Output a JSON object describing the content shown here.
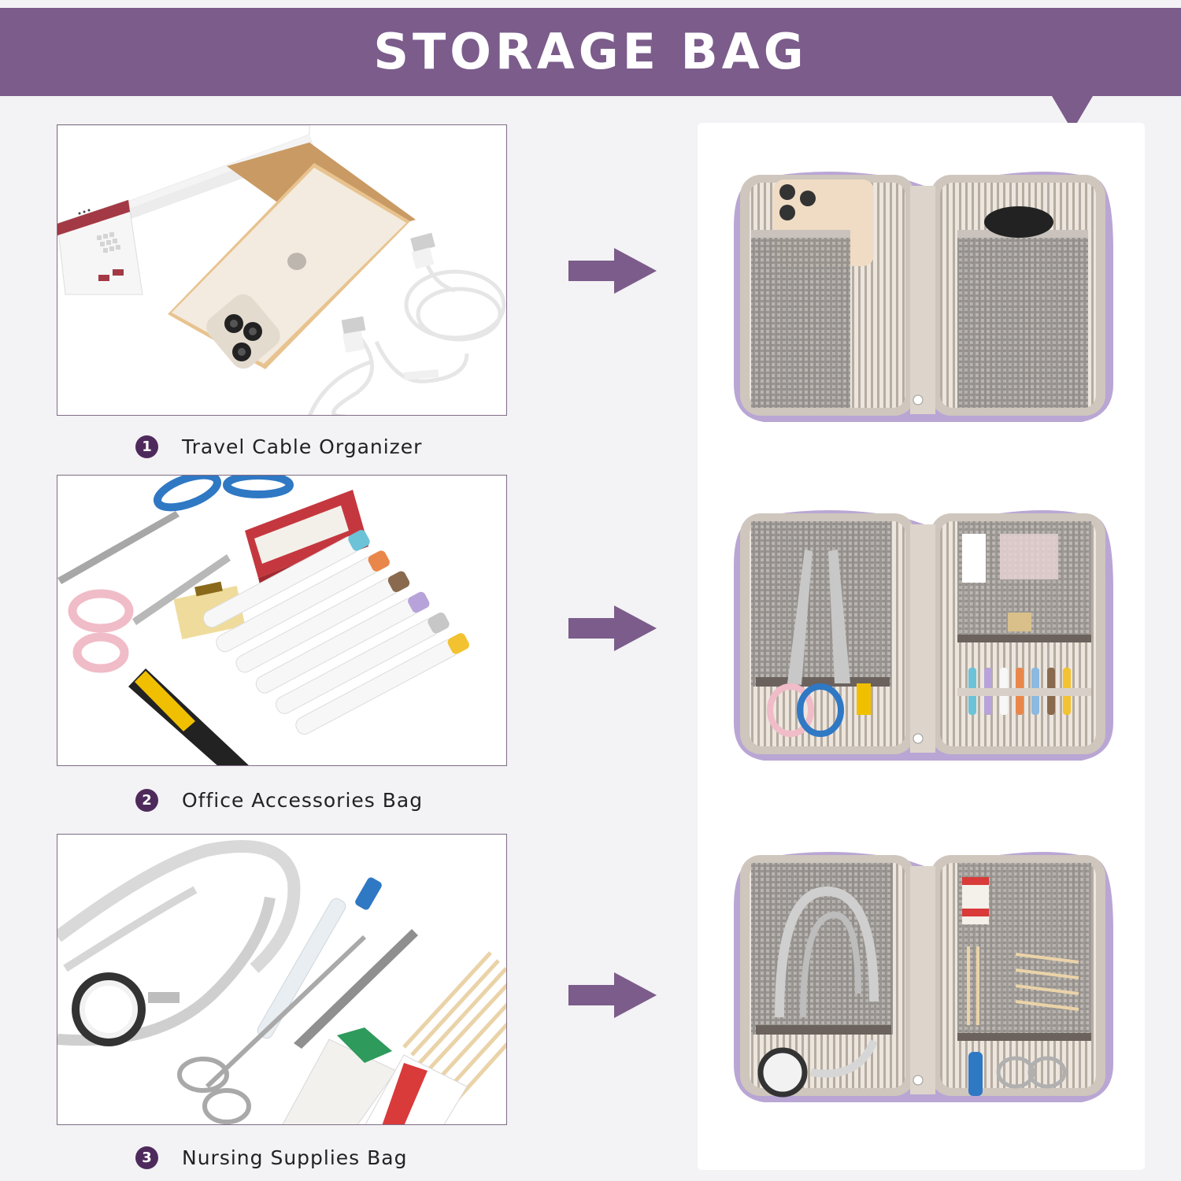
{
  "header": {
    "title": "STORAGE BAG"
  },
  "colors": {
    "accent": "#7b5c8b",
    "badge": "#4e2a5c",
    "bag_trim": "#b9a6d4",
    "bag_lining": "#cfc6bd"
  },
  "items": [
    {
      "number": "1",
      "label": "Travel Cable Organizer",
      "arrow_icon": "right-arrow-icon"
    },
    {
      "number": "2",
      "label": "Office Accessories Bag",
      "arrow_icon": "right-arrow-icon"
    },
    {
      "number": "3",
      "label": "Nursing Supplies Bag",
      "arrow_icon": "right-arrow-icon"
    }
  ]
}
